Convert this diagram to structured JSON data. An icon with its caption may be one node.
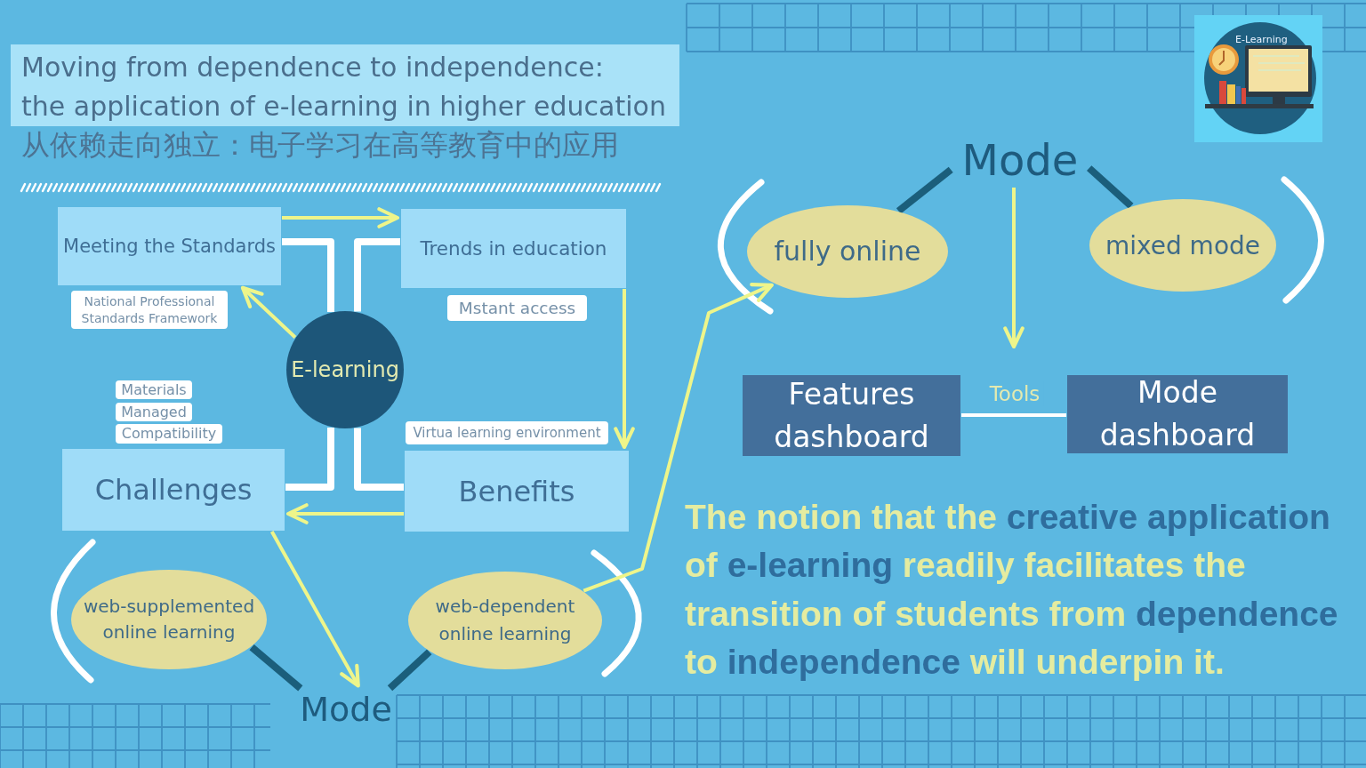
{
  "diagram": {
    "title": "Moving from dependence to independence: the application of e-learning in higher education",
    "nodes": [
      {
        "text": [
          "Meeting the Standards"
        ]
      },
      {
        "text": [
          "Trends in education"
        ]
      },
      {
        "text": [
          "National Professional Standards Framework"
        ]
      },
      {
        "text": [
          "Mstant access"
        ]
      },
      {
        "text": [
          "E-learning"
        ]
      },
      {
        "text": [
          "Materials"
        ]
      },
      {
        "text": [
          "Managed"
        ]
      },
      {
        "text": [
          "Compatibility"
        ]
      },
      {
        "text": [
          "Virtua learning environment"
        ]
      },
      {
        "text": [
          "Challenges"
        ]
      },
      {
        "text": [
          "Benefits"
        ]
      },
      {
        "text": [
          "web-supplemented online learning"
        ]
      },
      {
        "text": [
          "web-dependent online learning"
        ]
      },
      {
        "text": [
          "Mode"
        ]
      },
      {
        "text": [
          "Mode"
        ]
      },
      {
        "text": [
          "fully online"
        ]
      },
      {
        "text": [
          "mixed mode"
        ]
      },
      {
        "text": [
          "Features dashboard"
        ]
      },
      {
        "text": [
          "Mode dashboard"
        ]
      }
    ],
    "edges": [
      {
        "from": 0,
        "to": 1,
        "arrow": "to"
      },
      {
        "from": 1,
        "to": 10,
        "arrow": "to"
      },
      {
        "from": 10,
        "to": 9,
        "arrow": "to"
      },
      {
        "from": 4,
        "to": 0,
        "arrow": "to"
      },
      {
        "from": 9,
        "to": 13,
        "arrow": "to"
      },
      {
        "from": 12,
        "to": 15,
        "arrow": "to"
      },
      {
        "from": 11,
        "to": 13,
        "arrow": "none",
        "style": "thick",
        "color": "#1b5e7b"
      },
      {
        "from": 12,
        "to": 13,
        "arrow": "none",
        "style": "thick",
        "color": "#1b5e7b"
      },
      {
        "from": 14,
        "to": 15,
        "arrow": "none",
        "style": "thick",
        "color": "#1b5e7b"
      },
      {
        "from": 14,
        "to": 16,
        "arrow": "none",
        "style": "thick",
        "color": "#1b5e7b"
      },
      {
        "from": 0,
        "to": 4,
        "arrow": "none",
        "style": "thick",
        "color": "#ffffff"
      },
      {
        "from": 1,
        "to": 4,
        "arrow": "none",
        "style": "thick",
        "color": "#ffffff"
      },
      {
        "from": 9,
        "to": 4,
        "arrow": "none",
        "style": "thick",
        "color": "#ffffff"
      },
      {
        "from": 10,
        "to": 4,
        "arrow": "none",
        "style": "thick",
        "color": "#ffffff"
      },
      {
        "from": 17,
        "to": 18,
        "arrow": "none",
        "label": "Tools",
        "color": "#ffffff"
      },
      {
        "from": 14,
        "to": null,
        "arrow": "to"
      }
    ],
    "labels": [
      "从依赖走向独立：电子学习在高等教育中的应用",
      "E-Learning",
      "The notion that the **creative application** of **e-learning** readily facilitates the transition of students from **dependence** to **independence** will underpin it."
    ]
  }
}
